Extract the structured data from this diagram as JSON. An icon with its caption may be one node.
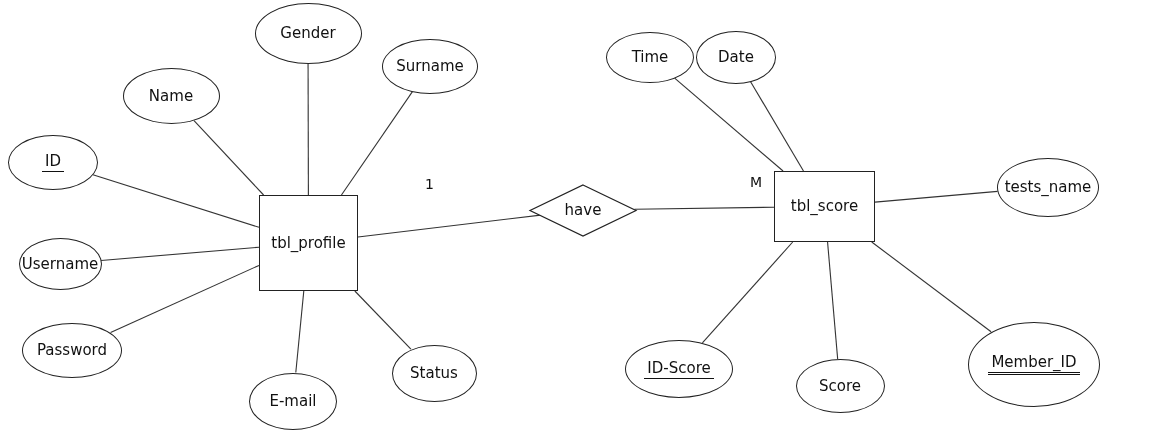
{
  "diagram": {
    "nodes": [
      {
        "text": [
          "tbl_profile"
        ]
      },
      {
        "text": [
          "have"
        ]
      },
      {
        "text": [
          "tbl_score"
        ]
      },
      {
        "text": [
          "Gender"
        ]
      },
      {
        "text": [
          "Name"
        ]
      },
      {
        "text": [
          "Surname"
        ]
      },
      {
        "text": [
          "ID"
        ]
      },
      {
        "text": [
          "Username"
        ]
      },
      {
        "text": [
          "Password"
        ]
      },
      {
        "text": [
          "E-mail"
        ]
      },
      {
        "text": [
          "Status"
        ]
      },
      {
        "text": [
          "Time"
        ]
      },
      {
        "text": [
          "Date"
        ]
      },
      {
        "text": [
          "tests_name"
        ]
      },
      {
        "text": [
          "ID-Score"
        ]
      },
      {
        "text": [
          "Score"
        ]
      },
      {
        "text": [
          "Member_ID"
        ]
      }
    ],
    "edges": [
      {
        "from": 0,
        "to": 1,
        "arrow": "none"
      },
      {
        "from": 1,
        "to": 2,
        "arrow": "none"
      },
      {
        "from": 3,
        "to": 0,
        "arrow": "none"
      },
      {
        "from": 4,
        "to": 0,
        "arrow": "none"
      },
      {
        "from": 5,
        "to": 0,
        "arrow": "none"
      },
      {
        "from": 6,
        "to": 0,
        "arrow": "none"
      },
      {
        "from": 7,
        "to": 0,
        "arrow": "none"
      },
      {
        "from": 8,
        "to": 0,
        "arrow": "none"
      },
      {
        "from": 9,
        "to": 0,
        "arrow": "none"
      },
      {
        "from": 10,
        "to": 0,
        "arrow": "none"
      },
      {
        "from": 11,
        "to": 2,
        "arrow": "none"
      },
      {
        "from": 12,
        "to": 2,
        "arrow": "none"
      },
      {
        "from": 13,
        "to": 2,
        "arrow": "none"
      },
      {
        "from": 14,
        "to": 2,
        "arrow": "none"
      },
      {
        "from": 15,
        "to": 2,
        "arrow": "none"
      },
      {
        "from": 16,
        "to": 2,
        "arrow": "none"
      }
    ],
    "labels": [
      "1",
      "M"
    ]
  }
}
